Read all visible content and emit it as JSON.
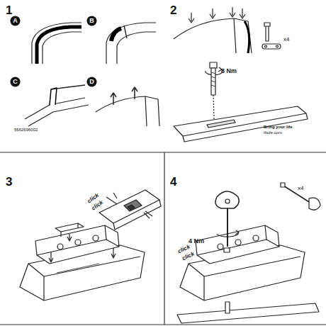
{
  "diagram": {
    "nodes": [
      {
        "text": [
          "A"
        ]
      },
      {
        "text": [
          "B"
        ]
      },
      {
        "text": [
          "C"
        ]
      },
      {
        "text": [
          "D"
        ]
      }
    ],
    "labels": [
      "1",
      "5562696002",
      "2",
      "8 Nm",
      "x4",
      "Bring your life",
      "thule.com",
      "3",
      "click",
      "click",
      "4",
      "4 Nm",
      "click",
      "click",
      "x4"
    ]
  }
}
